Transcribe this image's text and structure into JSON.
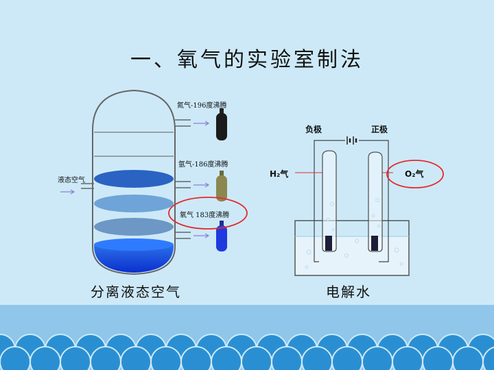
{
  "slide": {
    "title": "一、氧气的实验室制法"
  },
  "left_diagram": {
    "caption": "分离液态空气",
    "inlet_label": "液态空气",
    "outlets": [
      {
        "label": "氮气-196度沸腾"
      },
      {
        "label": "氩气-186度沸腾"
      },
      {
        "label": "氧气 183度沸腾"
      }
    ]
  },
  "right_diagram": {
    "caption": "电解水",
    "negative_label": "负极",
    "positive_label": "正极",
    "h2_label": "H₂气",
    "o2_label": "O₂气"
  },
  "colors": {
    "background": "#cde9f8",
    "footer_band": "#8fc6ea",
    "wave": "#2a8fd2",
    "highlight_circle": "#e52a2a"
  }
}
